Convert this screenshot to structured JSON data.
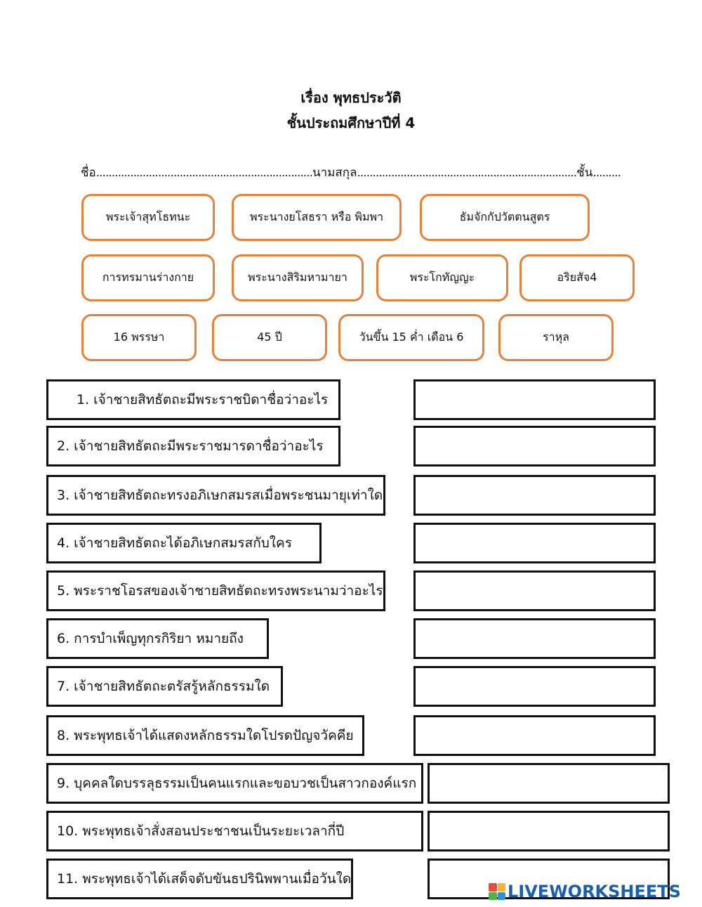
{
  "header": {
    "title": "เรื่อง พุทธประวัติ",
    "subtitle": "ชั้นประถมศึกษาปีที่ 4"
  },
  "student_line": {
    "name_label": "ชื่อ",
    "name_dots": "......................................................................",
    "surname_label": "นามสกุล",
    "surname_dots": ".......................................................................",
    "class_label": "ชั้น",
    "class_dots": "........................"
  },
  "word_bank": [
    "พระเจ้าสุทโธทนะ",
    "พระนางยโสธรา หรือ พิมพา",
    "ธัมจักกัปวัตตนสูตร",
    "การทรมานร่างกาย",
    "พระนางสิริมหามายา",
    "พระโกทัญญะ",
    "อริยสัจ4",
    "16 พรรษา",
    "45 ปี",
    "วันขึ้น 15 ค่ำ เดือน 6",
    "ราหุล"
  ],
  "questions": [
    "1.  เจ้าชายสิทธัตถะมีพระราชบิดาชื่อว่าอะไร",
    "2. เจ้าชายสิทธัตถะมีพระราชมารดาชื่อว่าอะไร",
    "3. เจ้าชายสิทธัตถะทรงอภิเษกสมรสเมื่อพระชนมายุเท่าใด",
    "4. เจ้าชายสิทธัตถะได้อภิเษกสมรสกับใคร",
    "5. พระราชโอรสของเจ้าชายสิทธัตถะทรงพระนามว่าอะไร",
    "6. การบำเพ็ญทุกรกิริยา หมายถึง",
    "7. เจ้าชายสิทธัตถะตรัสรู้หลักธรรมใด",
    "8. พระพุทธเจ้าได้แสดงหลักธรรมใดโปรดปัญจวัคคีย",
    "9. บุคคลใดบรรลุธรรมเป็นคนแรกและขอบวชเป็นสาวกองค์แรก",
    "10. พระพุทธเจ้าสั่งสอนประชาชนเป็นระยะเวลากี่ปี",
    "11. พระพุทธเจ้าได้เสด็จดับขันธปรินิพพานเมื่อวันใด"
  ],
  "brand": {
    "name": "LIVEWORKSHEETS",
    "icon_name": "liveworksheets-logo-icon",
    "icon_colors": [
      "#e94e3c",
      "#f5b335",
      "#4bb34f",
      "#2f8fd8"
    ],
    "text_color": "#1a5fa8"
  },
  "colors": {
    "chip_border": "#e8803a",
    "box_border": "#111111"
  }
}
